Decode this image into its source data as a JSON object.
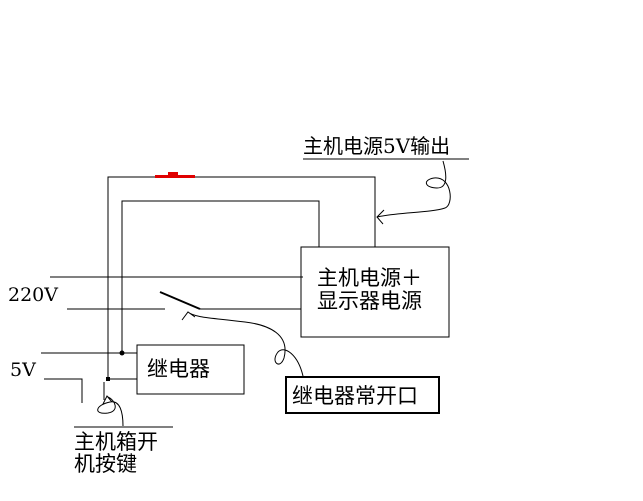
{
  "labels": {
    "host_5v_output": "主机电源5V输出",
    "power_box_line1": "主机电源＋",
    "power_box_line2": "显示器电源",
    "v220": "220V",
    "v5": "5V",
    "relay": "继电器",
    "relay_no_contact": "继电器常开口",
    "power_button_line1": "主机箱开",
    "power_button_line2": "机按键"
  },
  "colors": {
    "wire": "#000000",
    "highlight": "#e00000"
  }
}
